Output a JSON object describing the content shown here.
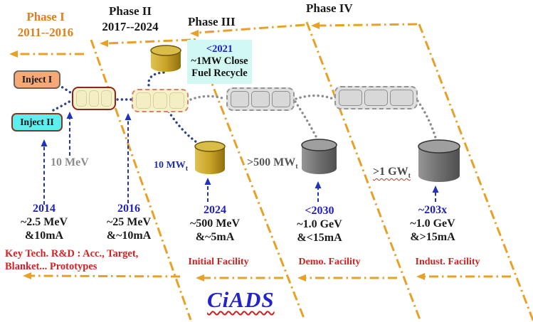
{
  "phases": [
    {
      "name": "Phase I",
      "years": "2011--2016"
    },
    {
      "name": "Phase II",
      "years": "2017--2024"
    },
    {
      "name": "Phase III",
      "years": ""
    },
    {
      "name": "Phase IV",
      "years": ""
    }
  ],
  "injectors": {
    "first": "Inject I",
    "second": "Inject II"
  },
  "recycle_box": {
    "year": "<2021",
    "line1": "~1MW Close",
    "line2": "Fuel Recycle"
  },
  "beam_labels": {
    "energy_10mev": "10 MeV",
    "power_10mw": {
      "text": "10 MW",
      "sub": "t"
    },
    "power_500mw": {
      "text": ">500 MW",
      "sub": "t"
    },
    "power_1gw": {
      "text": ">1 GW",
      "sub": "t"
    }
  },
  "milestones": [
    {
      "year": "2014",
      "spec1": "~2.5 MeV",
      "spec2": "&10mA"
    },
    {
      "year": "2016",
      "spec1": "~25 MeV",
      "spec2": "&~10mA"
    },
    {
      "year": "2024",
      "spec1": "~500 MeV",
      "spec2": "&~5mA"
    },
    {
      "year": "<2030",
      "spec1": "~1.0 GeV",
      "spec2": "&<15mA"
    },
    {
      "year": "~203x",
      "spec1": "~1.0 GeV",
      "spec2": "&>15mA"
    }
  ],
  "key_tech": {
    "line1": "Key Tech. R&D : Acc., Target,",
    "line2": "Blanket... Prototypes"
  },
  "facilities": [
    {
      "label": "Initial Facility"
    },
    {
      "label": "Demo. Facility"
    },
    {
      "label": "Indust. Facility"
    }
  ],
  "title": "CiADS",
  "colors": {
    "orange_line": "#E8A126",
    "phase1_orange": "#E07E1C",
    "milestone_blue": "#2121BE",
    "label_red": "#D42222",
    "beam_navy": "#2F4388",
    "beam_gray": "#8C8C8C"
  }
}
